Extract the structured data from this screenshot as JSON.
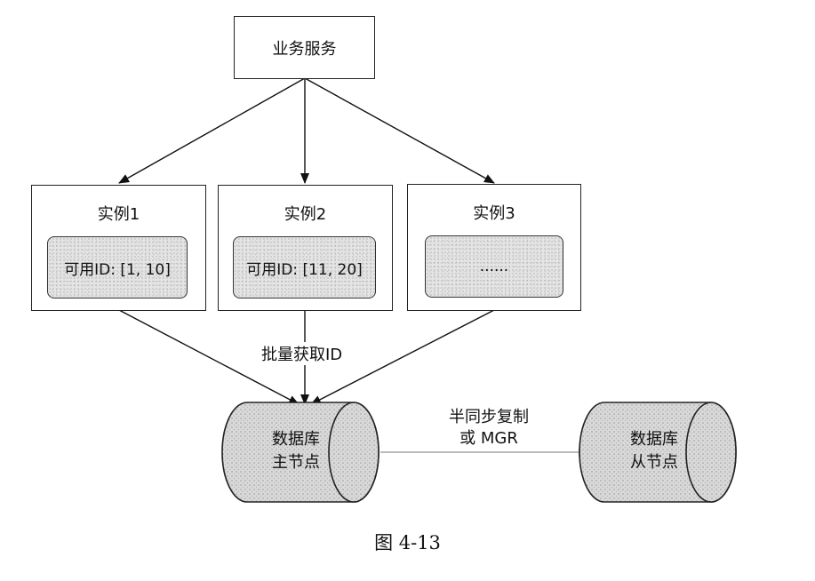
{
  "service": {
    "label": "业务服务"
  },
  "instances": [
    {
      "title": "实例1",
      "range": "可用ID: [1, 10]"
    },
    {
      "title": "实例2",
      "range": "可用ID: [11, 20]"
    },
    {
      "title": "实例3",
      "range": "......"
    }
  ],
  "edges": {
    "batch_fetch_label": "批量获取ID",
    "replication_label_line1": "半同步复制",
    "replication_label_line2": "或 MGR"
  },
  "databases": {
    "primary": {
      "line1": "数据库",
      "line2": "主节点"
    },
    "replica": {
      "line1": "数据库",
      "line2": "从节点"
    }
  },
  "caption": "图 4-13"
}
